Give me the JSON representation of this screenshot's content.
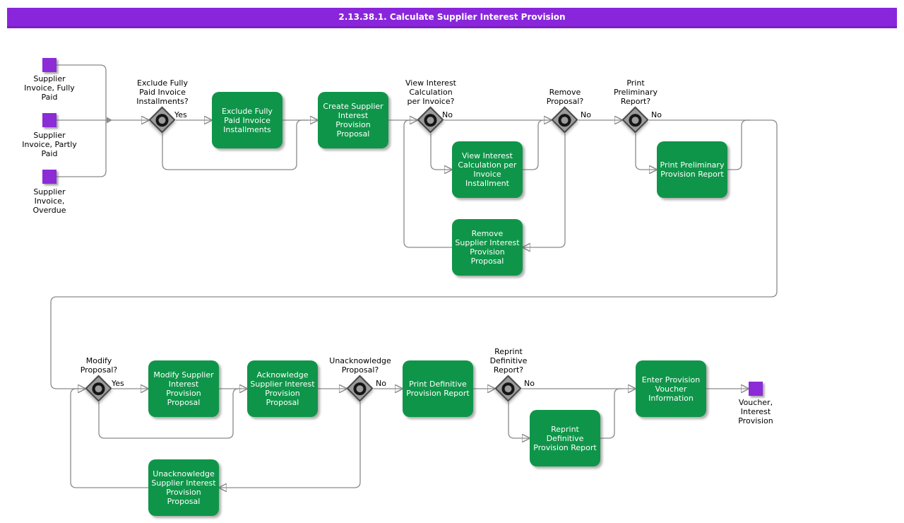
{
  "header": {
    "title": "2.13.38.1. Calculate Supplier Interest Provision"
  },
  "colors": {
    "header_bar": "#8926DB",
    "event_square": "#8B2CD6",
    "activity_green": "#0F9549",
    "connector_gray": "#8A8A8A",
    "gateway_fill": "#9C9C9C",
    "text_on_activity": "#FFFFFF",
    "text_label": "#000000"
  },
  "events": [
    {
      "id": "supplier-invoice-fully-paid",
      "label": "Supplier\nInvoice, Fully\nPaid"
    },
    {
      "id": "supplier-invoice-partly-paid",
      "label": "Supplier\nInvoice, Partly\nPaid"
    },
    {
      "id": "supplier-invoice-overdue",
      "label": "Supplier\nInvoice,\nOverdue"
    },
    {
      "id": "voucher-interest-provision",
      "label": "Voucher,\nInterest\nProvision"
    }
  ],
  "activities": [
    {
      "id": "exclude-fully-paid-invoice-installments",
      "label": "Exclude Fully\nPaid Invoice\nInstallments"
    },
    {
      "id": "create-supplier-interest-provision-proposal",
      "label": "Create Supplier\nInterest\nProvision\nProposal"
    },
    {
      "id": "view-interest-calculation-per-invoice-installment",
      "label": "View Interest\nCalculation per\nInvoice\nInstallment"
    },
    {
      "id": "remove-supplier-interest-provision-proposal",
      "label": "Remove\nSupplier Interest\nProvision\nProposal"
    },
    {
      "id": "print-preliminary-provision-report",
      "label": "Print Preliminary\nProvision Report"
    },
    {
      "id": "modify-supplier-interest-provision-proposal",
      "label": "Modify Supplier\nInterest\nProvision\nProposal"
    },
    {
      "id": "acknowledge-supplier-interest-provision-proposal",
      "label": "Acknowledge\nSupplier Interest\nProvision\nProposal"
    },
    {
      "id": "print-definitive-provision-report",
      "label": "Print Definitive\nProvision Report"
    },
    {
      "id": "reprint-definitive-provision-report",
      "label": "Reprint\nDefinitive\nProvision Report"
    },
    {
      "id": "enter-provision-voucher-information",
      "label": "Enter Provision\nVoucher\nInformation"
    },
    {
      "id": "unacknowledge-supplier-interest-provision-proposal",
      "label": "Unacknowledge\nSupplier Interest\nProvision\nProposal"
    }
  ],
  "gateways": [
    {
      "id": "exclude-fully-paid-invoice-installments",
      "question": "Exclude Fully\nPaid Invoice\nInstallments?",
      "branch": "Yes"
    },
    {
      "id": "view-interest-calculation-per-invoice",
      "question": "View Interest\nCalculation\nper Invoice?",
      "branch": "No"
    },
    {
      "id": "remove-proposal",
      "question": "Remove\nProposal?",
      "branch": "No"
    },
    {
      "id": "print-preliminary-report",
      "question": "Print\nPreliminary\nReport?",
      "branch": "No"
    },
    {
      "id": "modify-proposal",
      "question": "Modify\nProposal?",
      "branch": "Yes"
    },
    {
      "id": "unacknowledge-proposal",
      "question": "Unacknowledge\nProposal?",
      "branch": "No"
    },
    {
      "id": "reprint-definitive-report",
      "question": "Reprint\nDefinitive\nReport?",
      "branch": "No"
    }
  ]
}
